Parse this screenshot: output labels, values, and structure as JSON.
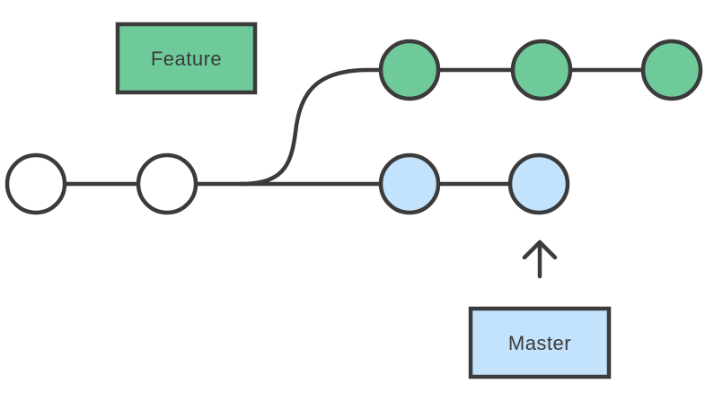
{
  "colors": {
    "stroke": "#3b3b3b",
    "feature_fill": "#6fca9a",
    "master_fill": "#c3e2fb",
    "shared_fill": "#ffffff",
    "text": "#3b3b3b"
  },
  "labels": {
    "feature": "Feature",
    "master": "Master"
  },
  "commits": {
    "shared": 2,
    "feature": 3,
    "master": 2
  }
}
